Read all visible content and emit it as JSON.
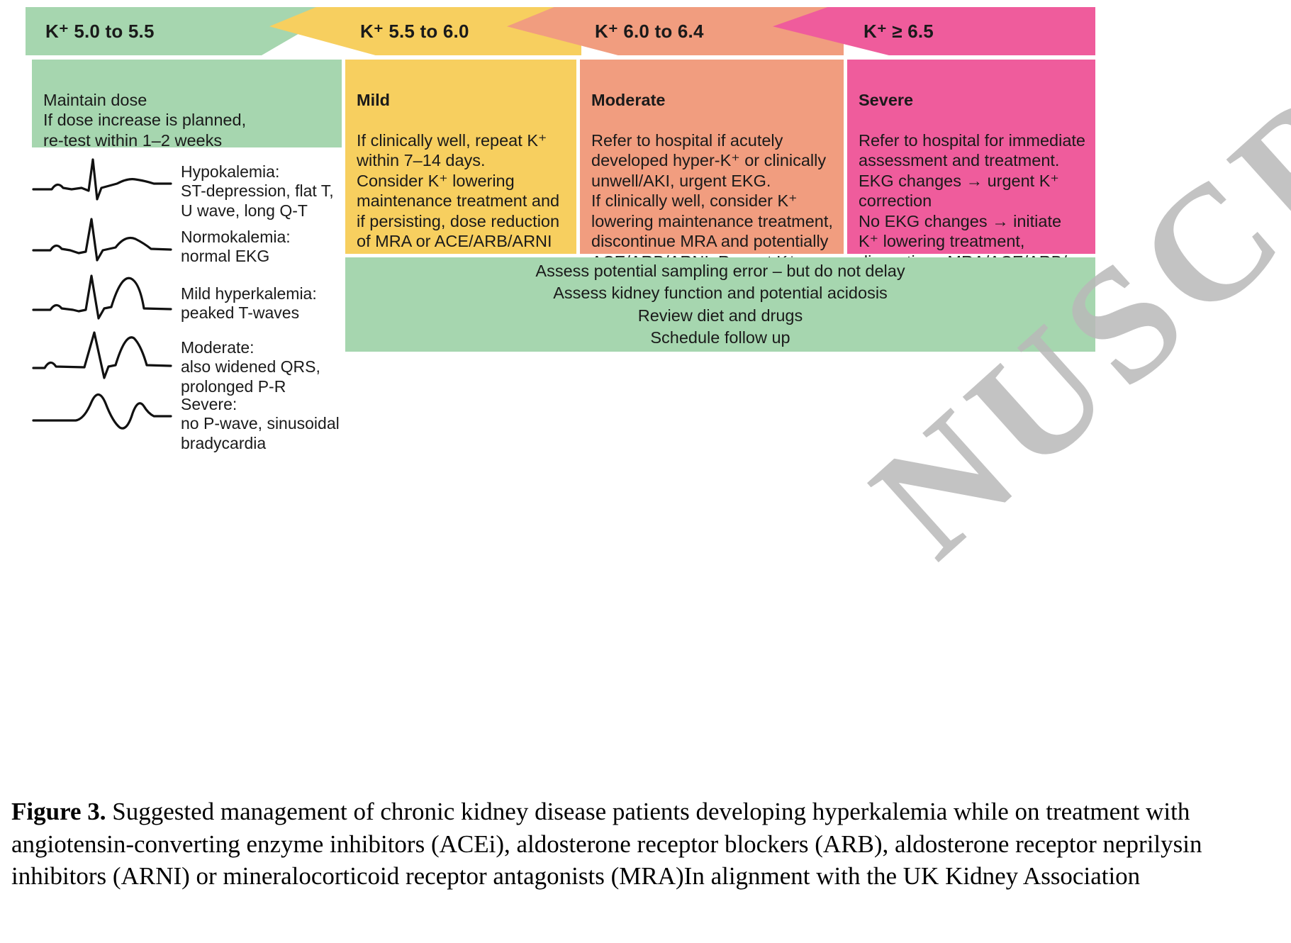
{
  "figure": {
    "columns": [
      {
        "header": "K⁺ 5.0 to 5.5",
        "color": "#a6d6af",
        "severity_title": "",
        "body": "Maintain dose\nIf dose increase is planned,\nre-test within 1–2 weeks"
      },
      {
        "header": "K⁺ 5.5 to 6.0",
        "color": "#f7cf5f",
        "severity_title": "Mild",
        "body": "If clinically well, repeat K⁺\nwithin 7–14 days.\nConsider K⁺ lowering\nmaintenance treatment and\nif persisting, dose reduction\nof MRA or ACE/ARB/ARNI"
      },
      {
        "header": "K⁺ 6.0 to 6.4",
        "color": "#f19d7f",
        "severity_title": "Moderate",
        "body": "Refer to hospital if acutely\ndeveloped hyper-K⁺ or clinically\nunwell/AKI, urgent EKG.\nIf clinically well, consider K⁺\nlowering maintenance treatment,\ndiscontinue MRA and potentially\nACE/ARB/ARNI. Repeat K⁺\nwithin one working day"
      },
      {
        "header": "K⁺ ≥ 6.5",
        "color": "#ef5c9c",
        "severity_title": "Severe",
        "body": "Refer to hospital for immediate\nassessment and treatment.\nEKG changes → urgent K⁺\ncorrection\nNo EKG changes → initiate\nK⁺ lowering treatment,\ndiscontinue MRA/ACE/ARB/\nARNI until K⁺ is under control"
      }
    ],
    "summary": {
      "color": "#a6d6af",
      "lines": [
        "Assess potential sampling error – but do not delay",
        "Assess kidney function and potential acidosis",
        "Review diet and drugs",
        "Schedule follow up"
      ]
    },
    "ekg_legend": [
      {
        "label": "Hypokalemia:\nST-depression, flat T,\nU wave, long Q-T"
      },
      {
        "label": "Normokalemia:\nnormal EKG"
      },
      {
        "label": "Mild hyperkalemia:\npeaked T-waves"
      },
      {
        "label": "Moderate:\nalso widened QRS,\nprolonged P-R"
      },
      {
        "label": "Severe:\nno P-wave, sinusoidal\nbradycardia"
      }
    ]
  },
  "caption": {
    "label": "Figure 3.",
    "text": " Suggested management of chronic kidney disease patients developing hyperkalemia while on treatment with angiotensin-converting enzyme inhibitors (ACEi),  aldosterone receptor blockers (ARB), aldosterone receptor neprilysin inhibitors (ARNI) or mineralocorticoid receptor antagonists (MRA)In alignment with the UK Kidney Association"
  },
  "watermark": {
    "text": "NUSCRI"
  }
}
